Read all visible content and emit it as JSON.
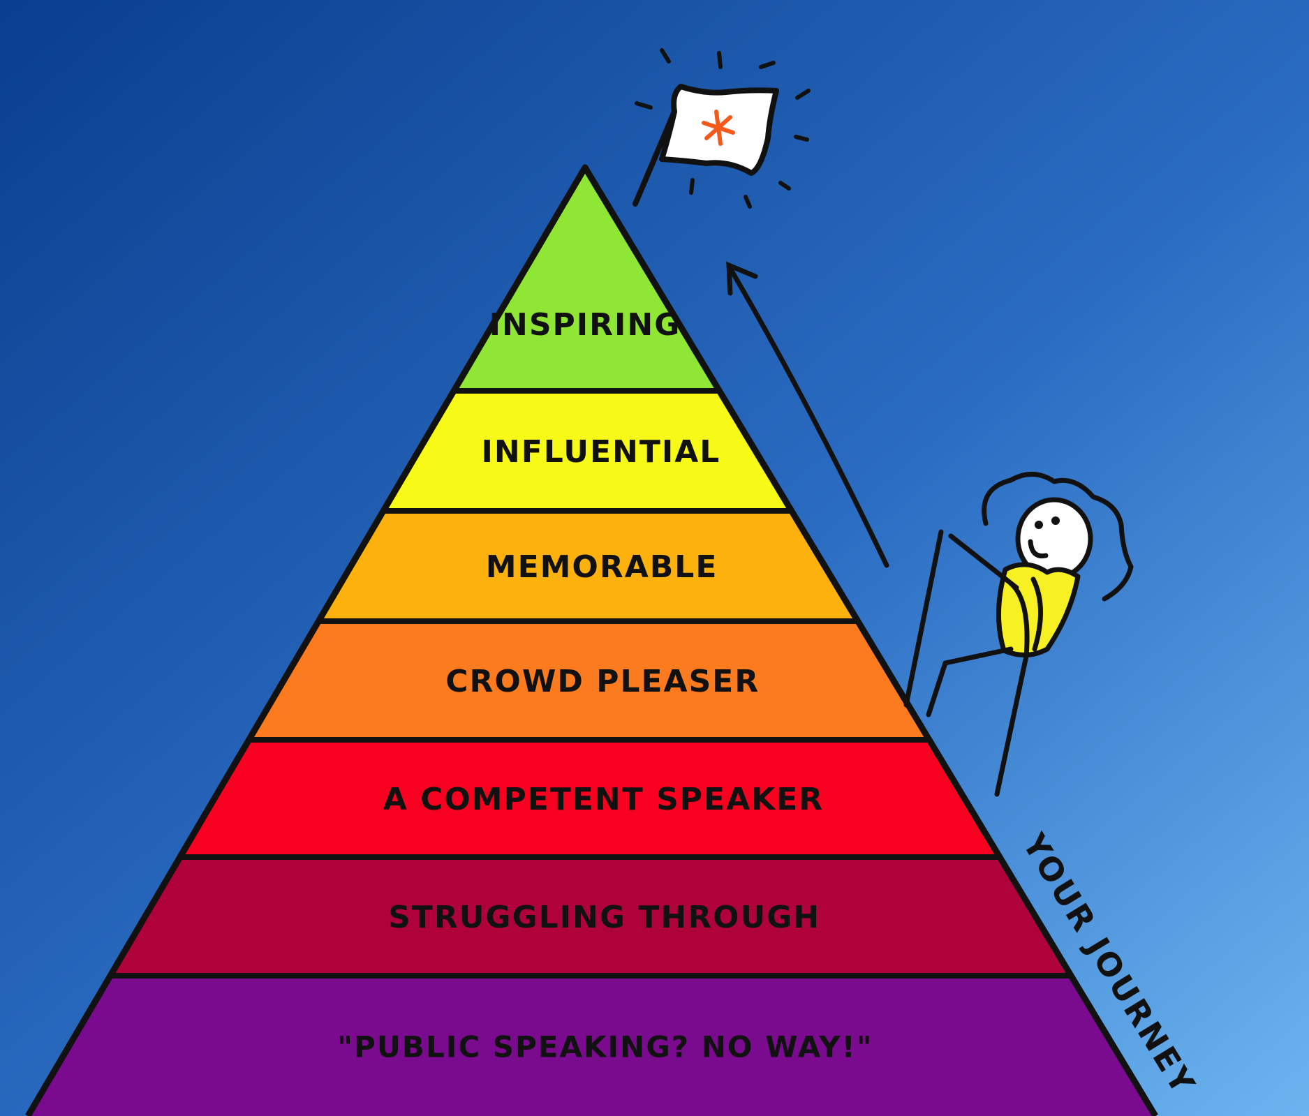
{
  "background": {
    "top_color": "#0a3e8e",
    "bottom_color": "#6cb4f0"
  },
  "pyramid": {
    "outline_color": "#111111",
    "tiers": [
      {
        "label": "INSPIRING",
        "color": "#8fe635"
      },
      {
        "label": "INFLUENTIAL",
        "color": "#f7f916"
      },
      {
        "label": "MEMORABLE",
        "color": "#fdb10d"
      },
      {
        "label": "CROWD PLEASER",
        "color": "#fd7b1f"
      },
      {
        "label": "A  COMPETENT SPEAKER",
        "color": "#f8001f"
      },
      {
        "label": "STRUGGLING THROUGH",
        "color": "#b0023a"
      },
      {
        "label": "\"PUBLIC SPEAKING? NO WAY!\"",
        "color": "#7a0a8e"
      }
    ]
  },
  "flag": {
    "color": "#ffffff",
    "emblem_color": "#f55a1a",
    "emblem": "asterisk-icon"
  },
  "climber": {
    "body_color": "#f7f124",
    "icon": "stick-figure-climber-icon"
  },
  "journey_label": "YOUR JOURNEY"
}
